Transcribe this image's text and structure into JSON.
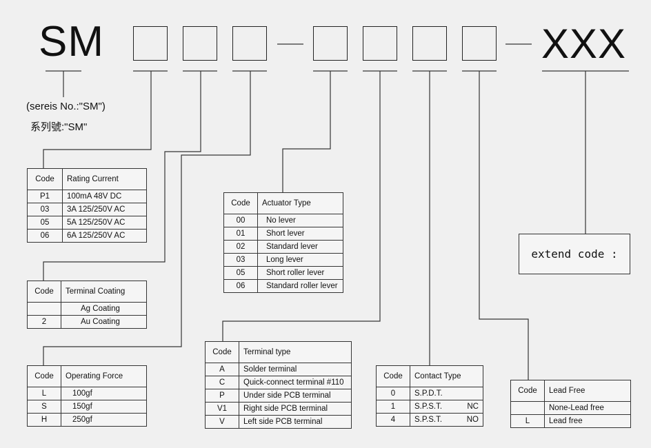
{
  "header": {
    "prefix": "SM",
    "suffix": "XXX",
    "series_en": "(sereis No.:\"SM\")",
    "series_zh": "系列號:\"SM\""
  },
  "rating_current": {
    "head": [
      "Code",
      "Rating Current"
    ],
    "rows": [
      [
        "P1",
        "100mA 48V DC"
      ],
      [
        "03",
        "3A 125/250V AC"
      ],
      [
        "05",
        "5A 125/250V AC"
      ],
      [
        "06",
        "6A 125/250V AC"
      ]
    ]
  },
  "terminal_coating": {
    "head": [
      "Code",
      "Terminal Coating"
    ],
    "rows": [
      [
        "",
        "Ag Coating"
      ],
      [
        "2",
        "Au Coating"
      ]
    ]
  },
  "operating_force": {
    "head": [
      "Code",
      "Operating Force"
    ],
    "rows": [
      [
        "L",
        "100gf"
      ],
      [
        "S",
        "150gf"
      ],
      [
        "H",
        "250gf"
      ]
    ]
  },
  "actuator_type": {
    "head": [
      "Code",
      "Actuator Type"
    ],
    "rows": [
      [
        "00",
        "No lever"
      ],
      [
        "01",
        "Short lever"
      ],
      [
        "02",
        "Standard lever"
      ],
      [
        "03",
        "Long lever"
      ],
      [
        "05",
        "Short roller lever"
      ],
      [
        "06",
        "Standard roller lever"
      ]
    ]
  },
  "terminal_type": {
    "head": [
      "Code",
      "Terminal type"
    ],
    "rows": [
      [
        "A",
        "Solder terminal"
      ],
      [
        "C",
        "Quick-connect terminal #110"
      ],
      [
        "P",
        "Under side PCB terminal"
      ],
      [
        "V1",
        "Right side PCB terminal"
      ],
      [
        "V",
        "Left side PCB terminal"
      ]
    ]
  },
  "contact_type": {
    "head": [
      "Code",
      "Contact Type"
    ],
    "rows": [
      [
        "0",
        "S.P.D.T.",
        ""
      ],
      [
        "1",
        "S.P.S.T.",
        "NC"
      ],
      [
        "4",
        "S.P.S.T.",
        "NO"
      ]
    ]
  },
  "lead_free": {
    "head": [
      "Code",
      "Lead Free"
    ],
    "rows": [
      [
        "",
        "None-Lead free"
      ],
      [
        "L",
        "Lead free"
      ]
    ]
  },
  "extend_code": "extend code :"
}
